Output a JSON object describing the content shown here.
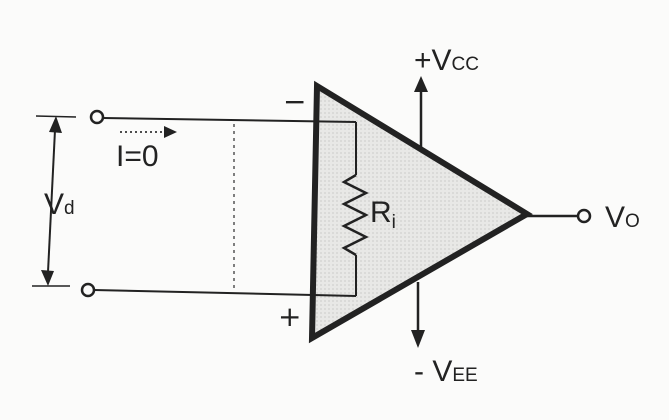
{
  "labels": {
    "inverting_sign": "−",
    "noninverting_sign": "+",
    "current": "I=0",
    "vd_main": "V",
    "vd_sub": "d",
    "ri_main": "R",
    "ri_sub": "i",
    "vcc_main": "+V",
    "vcc_sub": "CC",
    "vee_main": "- V",
    "vee_sub": "EE",
    "vo_main": "V",
    "vo_sub": "O"
  },
  "colors": {
    "ink": "#222222",
    "triangle_fill": "#e6e6e6",
    "background": "#fbfbfa"
  }
}
